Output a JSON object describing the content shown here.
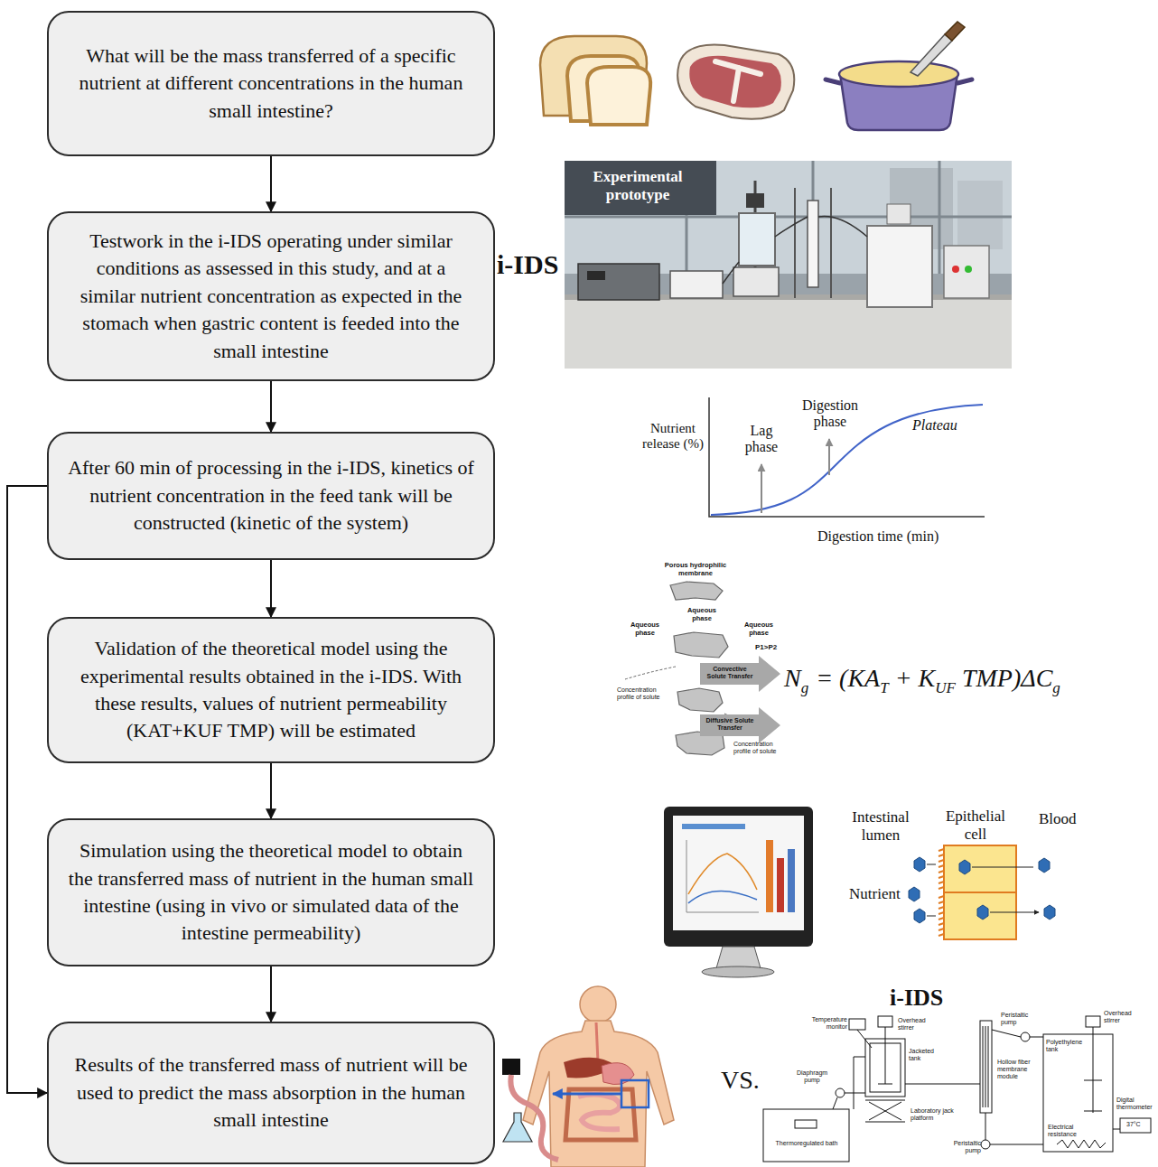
{
  "diagram": {
    "nodes": [
      {
        "text": [
          "What will be the mass transferred of a specific nutrient at different concentrations in the human small intestine?"
        ]
      },
      {
        "text": [
          "Testwork in the i-IDS operating under similar conditions as assessed in this study, and at a similar nutrient concentration as expected in the stomach when gastric content is feeded into the small intestine"
        ]
      },
      {
        "text": [
          "After 60 min of processing in the i-IDS, kinetics of nutrient concentration in the feed tank will be constructed (kinetic of the system)"
        ]
      },
      {
        "text": [
          "Validation of the theoretical model using the experimental results obtained in the i-IDS. With these results, values of nutrient permeability (KAT+KUF TMP) will be estimated"
        ]
      },
      {
        "text": [
          "Simulation using the theoretical model to obtain the transferred mass of nutrient in the human small intestine (using in vivo or simulated data of the intestine permeability)"
        ]
      },
      {
        "text": [
          "Results of the transferred mass of nutrient will be used to predict the mass absorption in the human small intestine"
        ]
      }
    ],
    "edges": [
      {
        "from": 0,
        "to": 1,
        "arrow": "to"
      },
      {
        "from": 1,
        "to": 2,
        "arrow": "to"
      },
      {
        "from": 2,
        "to": 3,
        "arrow": "to"
      },
      {
        "from": 3,
        "to": 4,
        "arrow": "to"
      },
      {
        "from": 4,
        "to": 5,
        "arrow": "to"
      },
      {
        "from": 2,
        "to": 5,
        "arrow": "to"
      }
    ],
    "labels": [
      "i-IDS",
      "Experimental prototype",
      "Nutrient release (%)",
      "Lag phase",
      "Digestion phase",
      "Plateau",
      "Digestion time (min)",
      "Porous hydrophilic membrane",
      "Aqueous phase",
      "Aqueous phase",
      "Aqueous phase",
      "P1>P2",
      "Convective Solute Transfer",
      "Diffusive Solute Transfer",
      "Concentration profile of solute",
      "Concentration profile of solute",
      "N",
      "g",
      "= (KA",
      "T",
      "+ K",
      "UF",
      "TMP)ΔC",
      "g",
      "Intestinal lumen",
      "Epithelial cell",
      "Blood",
      "Nutrient",
      "VS.",
      "i-IDS",
      "Temperature monitor",
      "Overhead stirrer",
      "Jacketed tank",
      "Diaphragm pump",
      "Thermoregulated bath",
      "Laboratory jack platform",
      "Hollow fiber membrane module",
      "Peristaltic pump",
      "Peristaltic pump",
      "Overhead stirrer",
      "Polyethylene tank",
      "Digital thermometer",
      "37°C",
      "Electrical resistance"
    ]
  }
}
